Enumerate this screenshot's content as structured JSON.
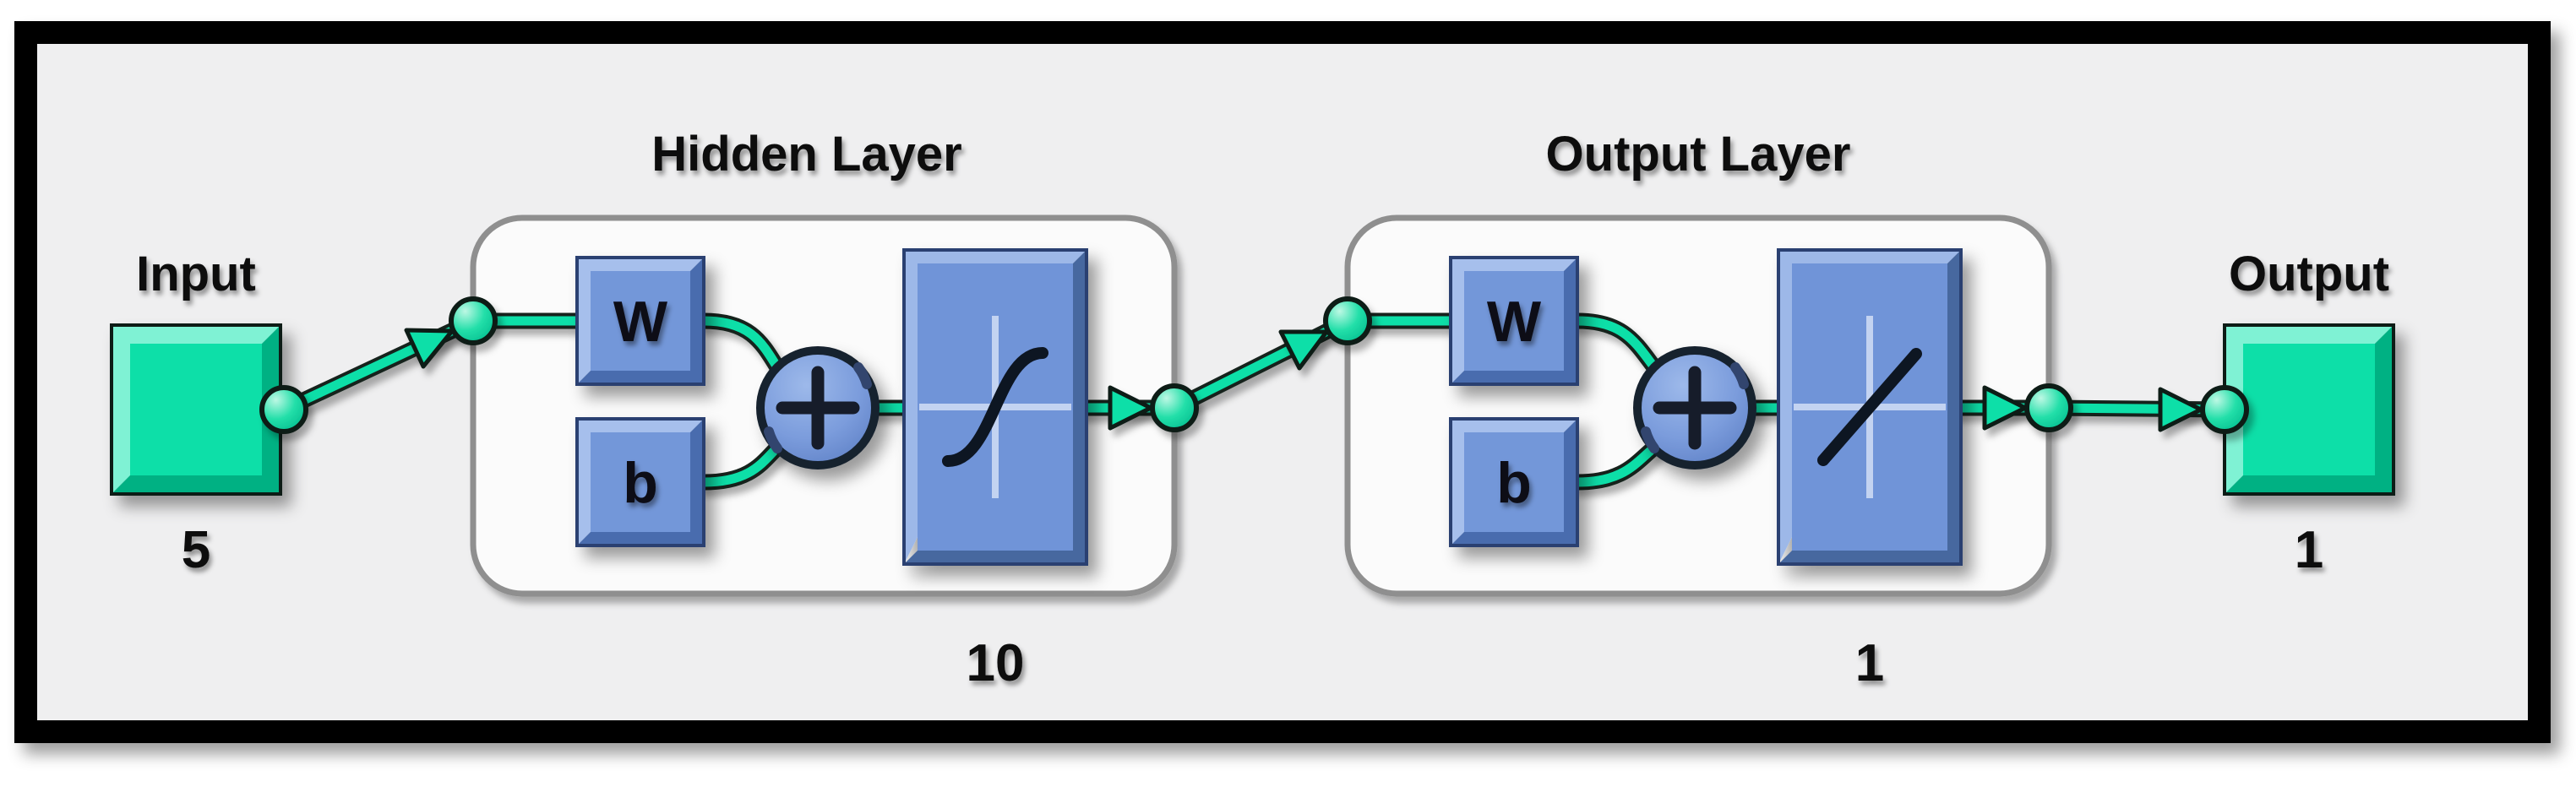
{
  "diagram_type": "neural-network-architecture",
  "input_block": {
    "label": "Input",
    "dimension": "5"
  },
  "hidden_layer": {
    "title": "Hidden Layer",
    "weight_label": "W",
    "bias_label": "b",
    "sum_icon": "plus",
    "activation_icon": "sigmoid-curve",
    "neuron_count": "10"
  },
  "output_layer": {
    "title": "Output Layer",
    "weight_label": "W",
    "bias_label": "b",
    "sum_icon": "plus",
    "activation_icon": "linear-line",
    "neuron_count": "1"
  },
  "output_block": {
    "label": "Output",
    "dimension": "1"
  },
  "colors": {
    "panel": "#efeff0",
    "frame": "#000000",
    "layer_box_fill": "#fbfbfb",
    "layer_box_border": "#8f8f8f",
    "green": "#0ddfa8",
    "green_light": "#7ff2d4",
    "green_dark": "#00b183",
    "blue": "#7397d9",
    "blue_light": "#a6bfec",
    "blue_dark": "#4a6cae",
    "blue_border": "#2c4071",
    "ink": "#0c0c0c"
  }
}
